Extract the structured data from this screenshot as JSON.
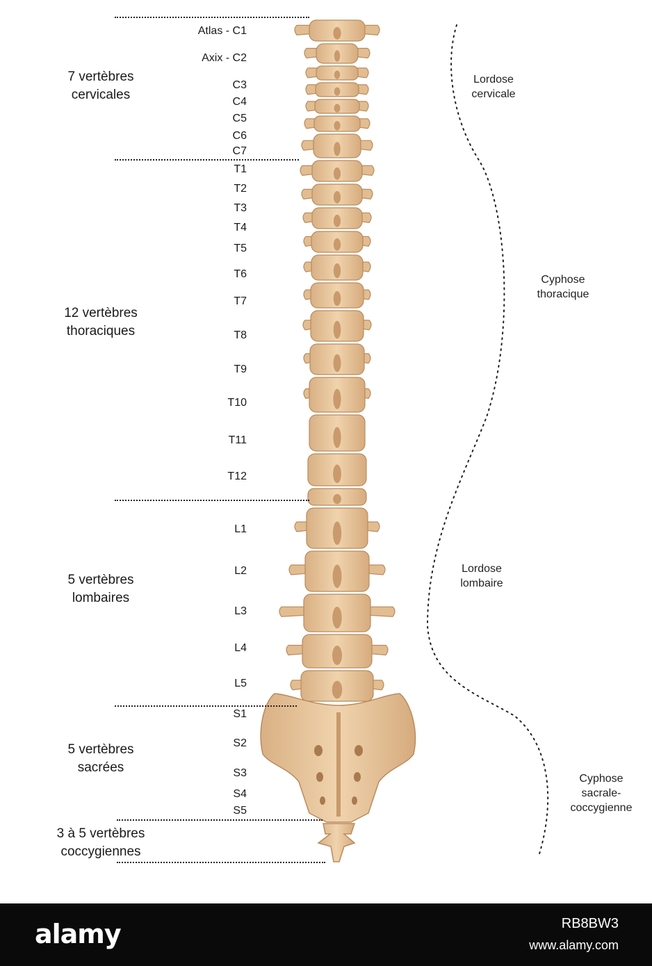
{
  "vertebra_labels": [
    "Atlas - C1",
    "Axix - C2",
    "C3",
    "C4",
    "C5",
    "C6",
    "C7",
    "T1",
    "T2",
    "T3",
    "T4",
    "T5",
    "T6",
    "T7",
    "T8",
    "T9",
    "T10",
    "T11",
    "T12",
    "L1",
    "L2",
    "L3",
    "L4",
    "L5",
    "S1",
    "S2",
    "S3",
    "S4",
    "S5"
  ],
  "groups": {
    "cervical": "7 vertèbres\ncervicales",
    "thoracic": "12 vertèbres\nthoraciques",
    "lumbar": "5 vertèbres\nlombaires",
    "sacral": "5 vertèbres\nsacrées",
    "coccygeal": "3 à 5 vertèbres\ncoccygiennes"
  },
  "curvatures": {
    "cervical": "Lordose\ncervicale",
    "thoracic": "Cyphose\nthoracique",
    "lumbar": "Lordose\nlombaire",
    "sacral": "Cyphose\nsacrale-\ncoccygienne"
  },
  "colors": {
    "bone": "#e9c9a2",
    "bone_shade": "#c99a6c",
    "bone_outline": "#a97a4e",
    "footer": "#0a0a0a"
  },
  "footer": {
    "brand": "alamy",
    "image_id": "RB8BW3",
    "site": "www.alamy.com"
  }
}
